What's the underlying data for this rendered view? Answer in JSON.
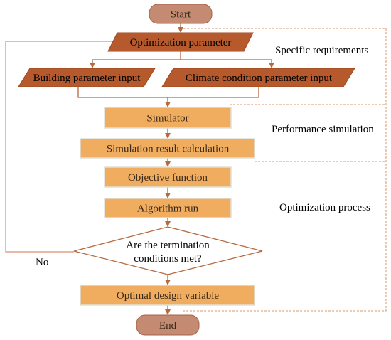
{
  "diagram": {
    "nodes": {
      "start": "Start",
      "optimization_parameter": "Optimization parameter",
      "building_input": "Building parameter input",
      "climate_input": "Climate condition parameter input",
      "simulator": "Simulator",
      "result_calc": "Simulation result calculation",
      "objective": "Objective function",
      "algorithm": "Algorithm run",
      "decision_line1": "Are the termination",
      "decision_line2": "conditions met?",
      "optimal": "Optimal design variable",
      "end": "End"
    },
    "edge_labels": {
      "no": "No"
    },
    "stages": {
      "specific": "Specific requirements",
      "performance": "Performance simulation",
      "optimization": "Optimization process"
    },
    "colors": {
      "terminal_fill": "#c48a72",
      "terminal_stroke": "#a8634a",
      "parallelogram_fill": "#b65a2e",
      "box_fill": "#f0ad5f",
      "box_stroke": "#e0e0d6",
      "arrow": "#b56a3f",
      "dashed": "#d9956a",
      "feedback": "#d89070"
    }
  }
}
